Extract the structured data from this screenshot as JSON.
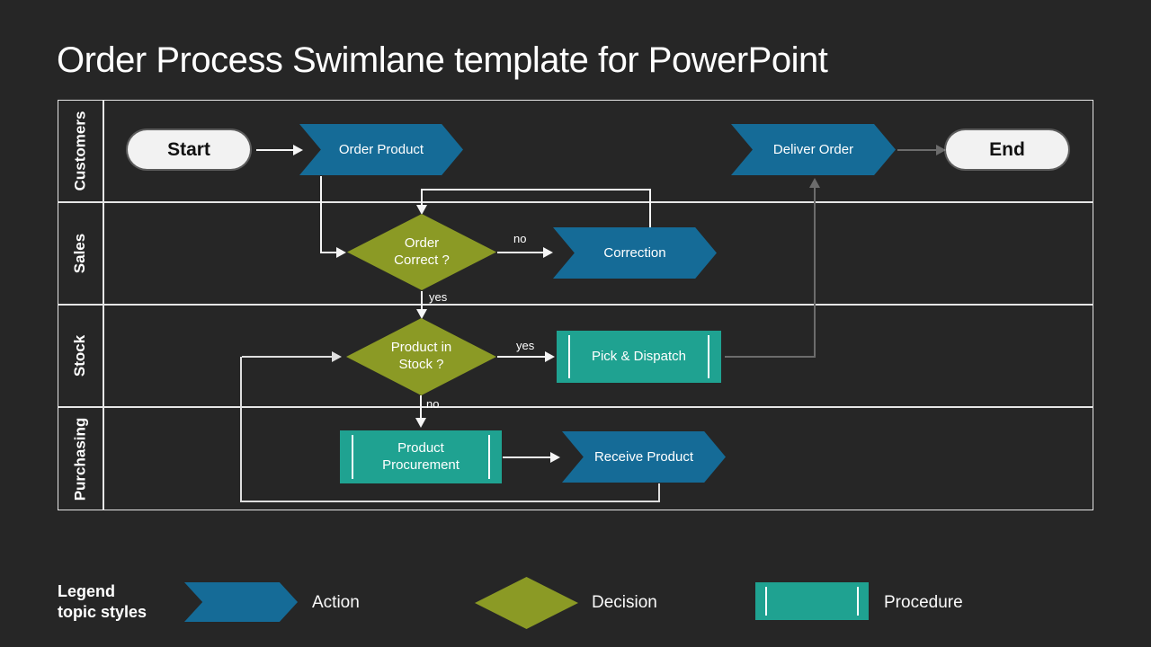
{
  "title": "Order Process Swimlane template for PowerPoint",
  "colors": {
    "bg": "#262626",
    "action_blue": "#156b97",
    "decision_olive": "#8b9a25",
    "procedure_teal": "#1fa291",
    "terminal_fill": "#f2f2f2",
    "line_white": "#f5f5f5",
    "line_gray": "#6c6c6c",
    "line_soft": "#dedede",
    "lane_border": "#e6e6e6"
  },
  "lanes": [
    {
      "label": "Customers"
    },
    {
      "label": "Sales"
    },
    {
      "label": "Stock"
    },
    {
      "label": "Purchasing"
    }
  ],
  "nodes": {
    "start": {
      "label": "Start",
      "type": "terminal"
    },
    "order_product": {
      "label": "Order Product",
      "type": "action"
    },
    "deliver_order": {
      "label": "Deliver Order",
      "type": "action"
    },
    "end": {
      "label": "End",
      "type": "terminal"
    },
    "order_correct": {
      "label": "Order\nCorrect ?",
      "type": "decision"
    },
    "correction": {
      "label": "Correction",
      "type": "action"
    },
    "product_in_stock": {
      "label": "Product in\nStock ?",
      "type": "decision"
    },
    "pick_dispatch": {
      "label": "Pick & Dispatch",
      "type": "procedure"
    },
    "product_procurement": {
      "label": "Product\nProcurement",
      "type": "procedure"
    },
    "receive_product": {
      "label": "Receive Product",
      "type": "action"
    }
  },
  "connector_labels": {
    "order_correct_no": "no",
    "order_correct_yes": "yes",
    "product_in_stock_yes": "yes",
    "product_in_stock_no": "no"
  },
  "legend": {
    "title": "Legend\ntopic styles",
    "items": [
      {
        "label": "Action",
        "type": "action"
      },
      {
        "label": "Decision",
        "type": "decision"
      },
      {
        "label": "Procedure",
        "type": "procedure"
      }
    ]
  }
}
